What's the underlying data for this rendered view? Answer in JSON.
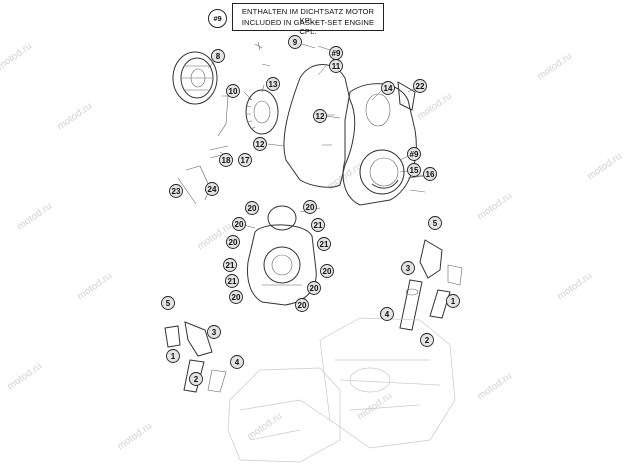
{
  "notice": {
    "tag": "#9",
    "line1": "ENTHALTEN IM DICHTSATZ MOTOR KPL.",
    "line2": "INCLUDED IN GASKET-SET ENGINE CPL."
  },
  "watermark": "motod.ru",
  "callouts": {
    "c8": "8",
    "c9": "9",
    "c9b": "#9",
    "c11": "11",
    "c14": "14",
    "c22": "22",
    "c13": "13",
    "c10": "10",
    "c12a": "12",
    "c12b": "12",
    "c18": "18",
    "c17": "17",
    "c9c": "#9",
    "c15": "15",
    "c16": "16",
    "c24": "24",
    "c23": "23",
    "c20a": "20",
    "c20b": "20",
    "c20c": "20",
    "c20d": "20",
    "c20e": "20",
    "c20f": "20",
    "c20g": "20",
    "c20h": "20",
    "c21a": "21",
    "c21b": "21",
    "c21c": "21",
    "c21d": "21",
    "c5a": "5",
    "c3a": "3",
    "c1a": "1",
    "c2a": "2",
    "c4a": "4",
    "c5b": "5",
    "c3b": "3",
    "c1b": "1",
    "c4b": "4",
    "c2b": "2"
  }
}
